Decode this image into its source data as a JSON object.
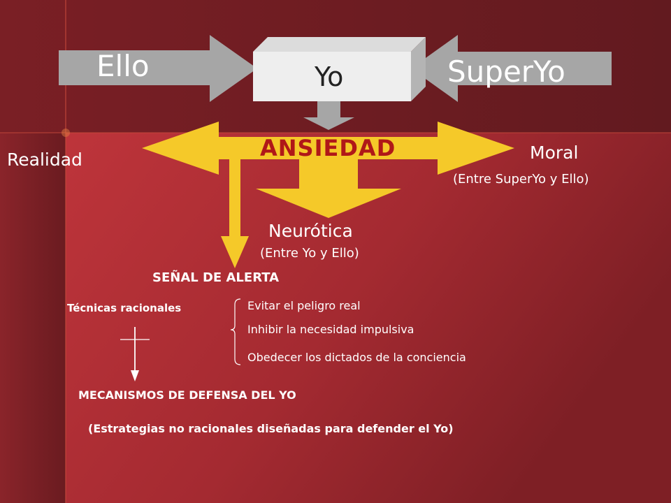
{
  "diagram": {
    "ello": "Ello",
    "yo": "Yo",
    "superyo": "SuperYo",
    "ansiedad": "ANSIEDAD",
    "realidad": "Realidad",
    "moral": "Moral",
    "moral_sub": "(Entre SuperYo y Ello)",
    "neurotica": "Neurótica",
    "neurotica_sub": "(Entre Yo y Ello)",
    "senal": "SEÑAL DE ALERTA",
    "tecnicas": "Técnicas racionales",
    "options": [
      "Evitar el peligro real",
      "Inhibir la necesidad impulsiva",
      "Obedecer los dictados de la conciencia"
    ],
    "mecanismos": "MECANISMOS DE DEFENSA DEL YO",
    "estrategias": "(Estrategias no racionales diseñadas para defender el Yo)"
  },
  "colors": {
    "background_top": "#6e1c22",
    "background_bottom": "#b12d34",
    "gray_arrow": "#a6a6a6",
    "yellow_arrow": "#f5c929",
    "yo_box": "#eeeeee",
    "ansiedad_text": "#b01818",
    "text": "#ffffff"
  }
}
